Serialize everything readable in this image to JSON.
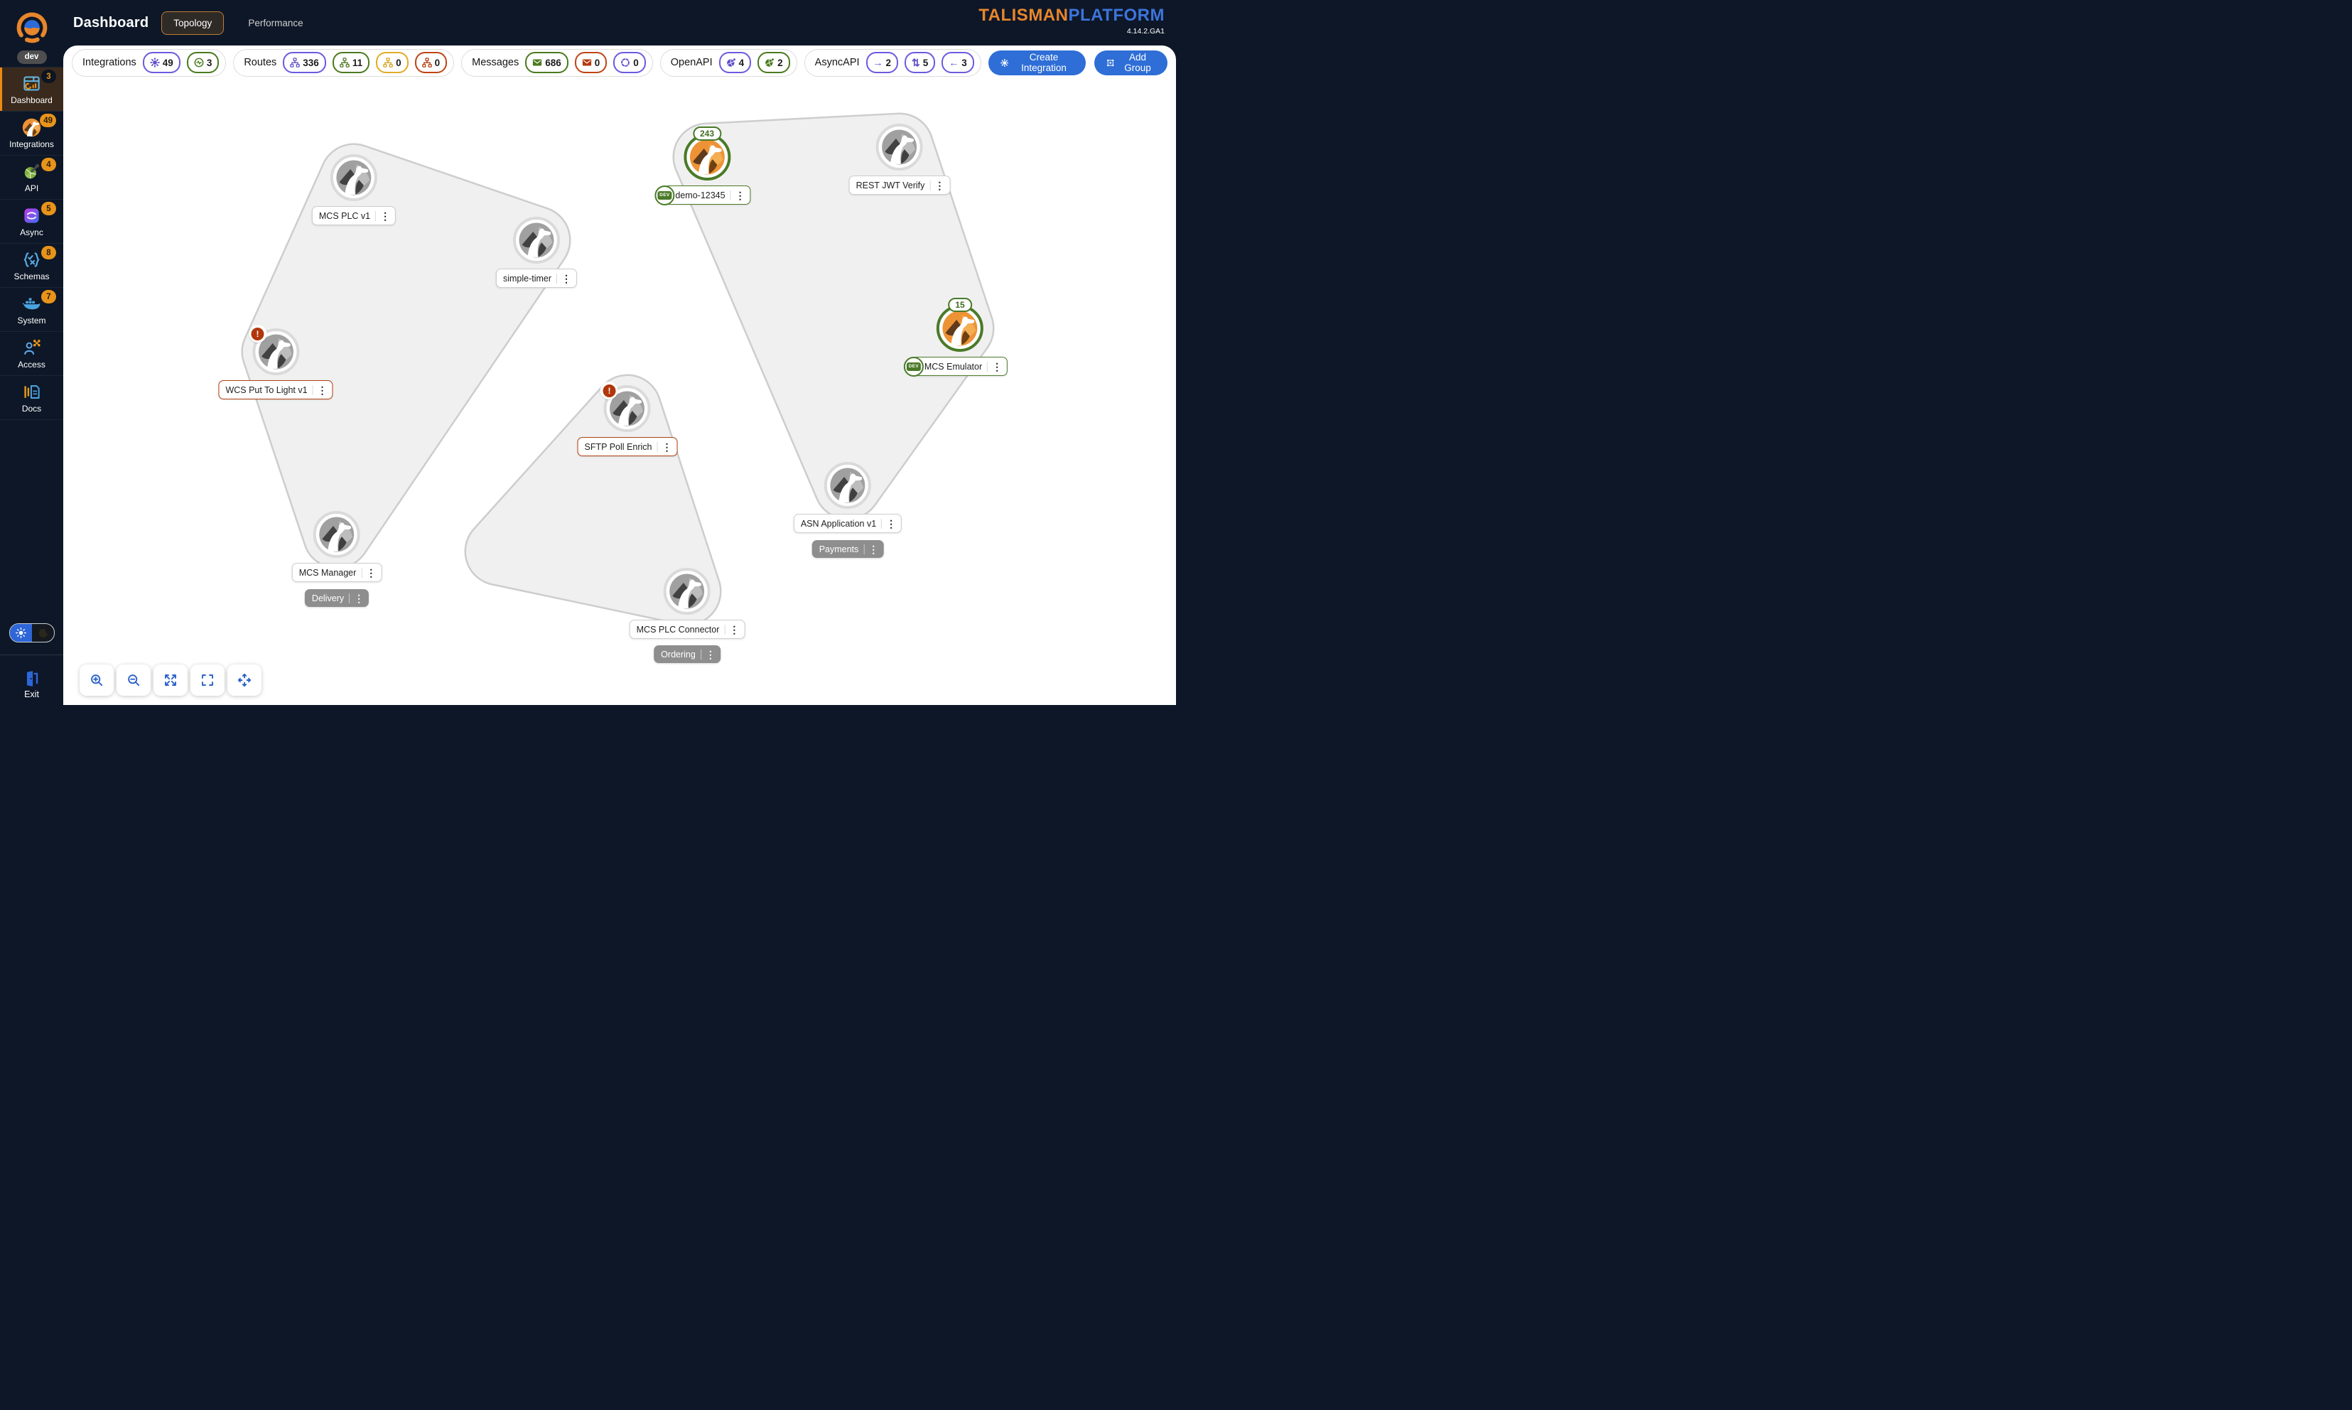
{
  "brand": {
    "name_left": "TALISMAN",
    "name_right": "PLATFORM",
    "version": "4.14.2.GA1",
    "env_badge": "dev"
  },
  "header": {
    "title": "Dashboard",
    "tabs": [
      {
        "label": "Topology",
        "active": true
      },
      {
        "label": "Performance",
        "active": false
      }
    ]
  },
  "sidebar": {
    "items": [
      {
        "label": "Dashboard",
        "badge": "3",
        "active": true,
        "icon": "dashboard-icon"
      },
      {
        "label": "Integrations",
        "badge": "49",
        "active": false,
        "icon": "camel-icon"
      },
      {
        "label": "API",
        "badge": "4",
        "active": false,
        "icon": "api-icon"
      },
      {
        "label": "Async",
        "badge": "5",
        "active": false,
        "icon": "async-icon"
      },
      {
        "label": "Schemas",
        "badge": "8",
        "active": false,
        "icon": "schemas-icon"
      },
      {
        "label": "System",
        "badge": "7",
        "active": false,
        "icon": "docker-whale-icon"
      },
      {
        "label": "Access",
        "badge": "",
        "active": false,
        "icon": "access-icon"
      },
      {
        "label": "Docs",
        "badge": "",
        "active": false,
        "icon": "docs-icon"
      }
    ],
    "exit_label": "Exit"
  },
  "stats": {
    "groups": [
      {
        "label": "Integrations",
        "chips": [
          {
            "icon": "integration-icon",
            "color": "purple",
            "value": "49"
          },
          {
            "icon": "activity-icon",
            "color": "green",
            "value": "3"
          }
        ]
      },
      {
        "label": "Routes",
        "chips": [
          {
            "icon": "route-icon",
            "color": "purple",
            "value": "336"
          },
          {
            "icon": "route-icon",
            "color": "green",
            "value": "11"
          },
          {
            "icon": "route-icon",
            "color": "yellow",
            "value": "0"
          },
          {
            "icon": "route-icon",
            "color": "red",
            "value": "0"
          }
        ]
      },
      {
        "label": "Messages",
        "chips": [
          {
            "icon": "mail-icon",
            "color": "green",
            "value": "686"
          },
          {
            "icon": "mail-icon",
            "color": "red",
            "value": "0"
          },
          {
            "icon": "inflight-icon",
            "color": "purple",
            "value": "0"
          }
        ]
      },
      {
        "label": "OpenAPI",
        "chips": [
          {
            "icon": "pie-icon",
            "color": "purple",
            "value": "4"
          },
          {
            "icon": "pie-icon",
            "color": "green",
            "value": "2"
          }
        ]
      },
      {
        "label": "AsyncAPI",
        "chips": [
          {
            "icon": "arrow-right-icon",
            "color": "purple",
            "value": "2"
          },
          {
            "icon": "arrows-updown-icon",
            "color": "purple",
            "value": "5"
          },
          {
            "icon": "arrow-left-icon",
            "color": "purple",
            "value": "3"
          }
        ]
      }
    ]
  },
  "actions": {
    "create_integration": "Create Integration",
    "add_group": "Add Group"
  },
  "graph": {
    "groups": [
      {
        "id": "delivery",
        "label": "Delivery"
      },
      {
        "id": "ordering",
        "label": "Ordering"
      },
      {
        "id": "payments",
        "label": "Payments"
      }
    ],
    "nodes": [
      {
        "id": "mcs-plc-v1",
        "label": "MCS PLC v1",
        "status": "stopped",
        "badge": "",
        "dev": false,
        "group": "delivery"
      },
      {
        "id": "simple-timer",
        "label": "simple-timer",
        "status": "stopped",
        "badge": "",
        "dev": false,
        "group": "delivery"
      },
      {
        "id": "wcs-put-to-light-v1",
        "label": "WCS Put To Light v1",
        "status": "error",
        "badge": "",
        "dev": false,
        "group": "delivery"
      },
      {
        "id": "mcs-manager",
        "label": "MCS Manager",
        "status": "stopped",
        "badge": "",
        "dev": false,
        "group": "delivery"
      },
      {
        "id": "sftp-poll-enrich",
        "label": "SFTP Poll Enrich",
        "status": "error",
        "badge": "",
        "dev": false,
        "group": "ordering"
      },
      {
        "id": "mcs-plc-connector",
        "label": "MCS PLC Connector",
        "status": "stopped",
        "badge": "",
        "dev": false,
        "group": "ordering"
      },
      {
        "id": "demo-12345",
        "label": "demo-12345",
        "status": "running",
        "badge": "243",
        "dev": true,
        "group": "payments"
      },
      {
        "id": "rest-jwt-verify",
        "label": "REST JWT Verify",
        "status": "stopped",
        "badge": "",
        "dev": false,
        "group": "payments"
      },
      {
        "id": "mcs-emulator",
        "label": "MCS Emulator",
        "status": "running",
        "badge": "15",
        "dev": true,
        "group": "payments"
      },
      {
        "id": "asn-application-v1",
        "label": "ASN Application v1",
        "status": "stopped",
        "badge": "",
        "dev": false,
        "group": "payments"
      }
    ],
    "dev_badge_label": "DEV"
  },
  "toolbar": {
    "buttons": [
      "zoom-in",
      "zoom-out",
      "fit-view",
      "fullscreen",
      "center-view"
    ]
  },
  "colors": {
    "brand_orange": "#E8862C",
    "brand_blue": "#3D74DC",
    "sidebar_bg": "#0D1727",
    "badge_orange": "#E8941A",
    "chip_purple": "#6A5AE0",
    "chip_green": "#4A7A1E",
    "chip_yellow": "#E0AC28",
    "chip_red": "#C04414",
    "button_blue": "#2E6ED6",
    "node_running_green": "#4A7A28",
    "node_error_red": "#B1360B",
    "blob_fill": "#F0F0F0"
  }
}
